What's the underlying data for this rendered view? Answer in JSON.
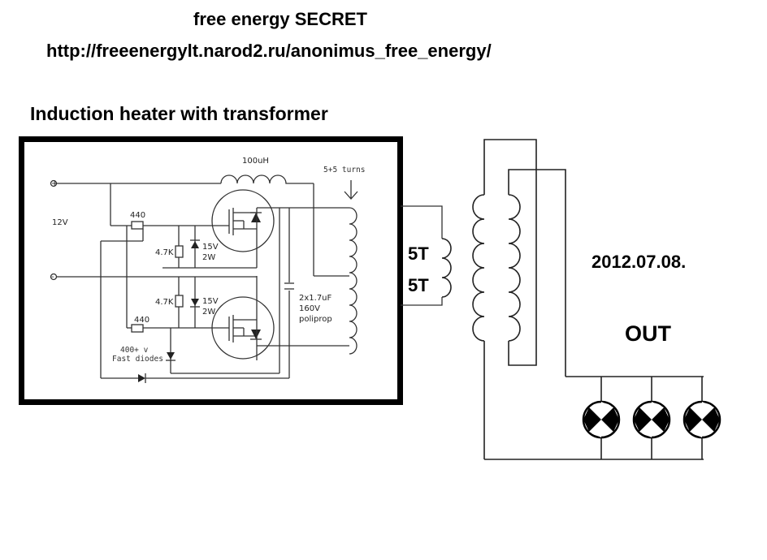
{
  "header": {
    "title": "free energy SECRET",
    "url": "http://freeenergylt.narod2.ru/anonimus_free_energy/"
  },
  "section_title": "Induction heater with transformer",
  "circuit_labels": {
    "inductor": "100uH",
    "coil_turns": "5+5 turns",
    "voltage": "12V",
    "res_top": "440",
    "res_bottom": "440",
    "res_47k_top": "4.7K",
    "res_47k_bottom": "4.7K",
    "zener_top_v": "15V",
    "zener_top_w": "2W",
    "zener_bottom_v": "15V",
    "zener_bottom_w": "2W",
    "cap_value": "2x1.7uF",
    "cap_voltage": "160V",
    "cap_type": "poliprop",
    "diodes_line1": "400+ v",
    "diodes_line2": "Fast diodes"
  },
  "transformer": {
    "primary_label_1": "5T",
    "primary_label_2": "5T"
  },
  "date": "2012.07.08.",
  "output_label": "OUT",
  "colors": {
    "ink": "#000000",
    "wire": "#333333",
    "background": "#ffffff"
  }
}
